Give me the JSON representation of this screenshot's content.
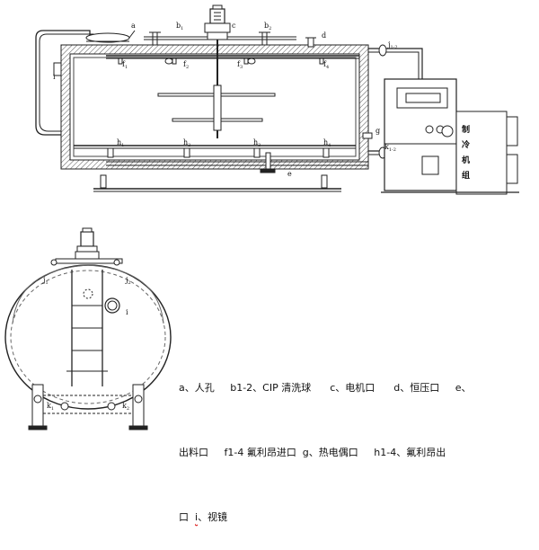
{
  "labels": {
    "a": "a",
    "b1": "b",
    "b1_sub": "1",
    "c": "c",
    "b2": "b",
    "b2_sub": "2",
    "d": "d",
    "j12": "j",
    "j12_sub": "1-2",
    "i_top": "i",
    "f1": "f",
    "f1_sub": "1",
    "f2": "f",
    "f2_sub": "2",
    "f3": "f",
    "f3_sub": "3",
    "f4": "f",
    "f4_sub": "4",
    "g": "g",
    "k12": "k",
    "k12_sub": "1-2",
    "h1": "h",
    "h1_sub": "1",
    "h2": "h",
    "h2_sub": "2",
    "h3": "h",
    "h3_sub": "3",
    "h4": "h",
    "h4_sub": "4",
    "e": "e",
    "j1": "j",
    "j1_sub": "1",
    "j2": "j",
    "j2_sub": "2",
    "i_front": "i",
    "k1": "k",
    "k1_sub": "1",
    "k2": "k",
    "k2_sub": "2",
    "unit_title": [
      "制",
      "冷",
      "机",
      "组"
    ]
  },
  "legend": {
    "line1": "a、人孔     b1-2、CIP 清洗球      c、电机口      d、恒压口     e、",
    "line2": "出料口     f1-4 氟利昂进口  g、热电偶口     h1-4、氟利昂出",
    "line3a": "口  ",
    "line3b": "i",
    "line3c": "、视镜"
  }
}
